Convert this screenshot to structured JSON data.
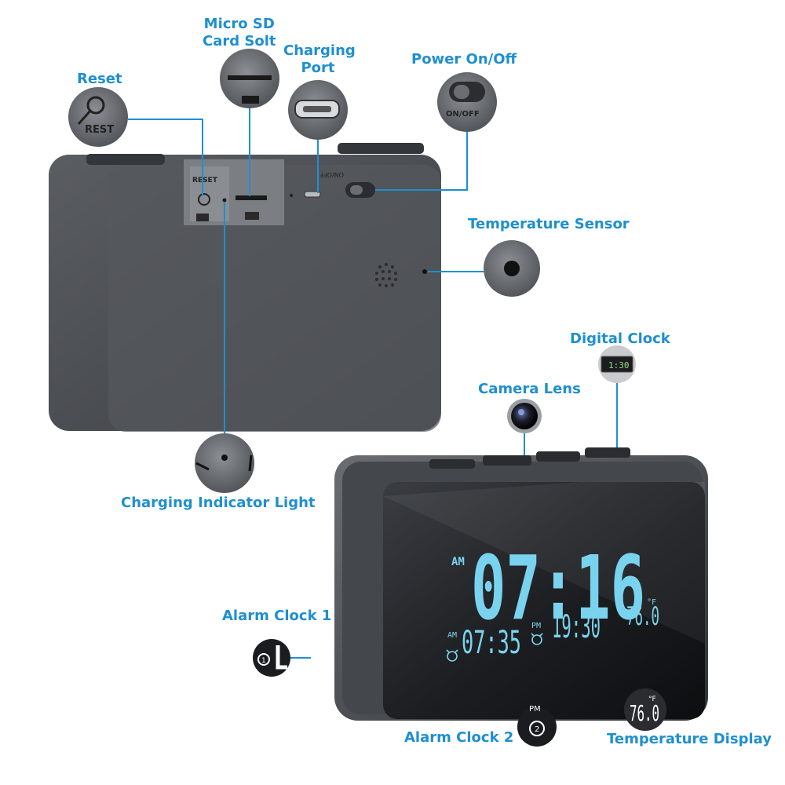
{
  "labels": {
    "micro_sd": [
      "Micro SD",
      "Card Solt"
    ],
    "charging_port": [
      "Charging",
      "Port"
    ],
    "power": "Power On/Off",
    "reset": "Reset",
    "temp_sensor": "Temperature Sensor",
    "digital_clock": "Digital Clock",
    "camera_lens": "Camera Lens",
    "charging_indicator": "Charging Indicator Light",
    "alarm1": "Alarm Clock 1",
    "alarm2": "Alarm Clock 2",
    "temp_display": "Temperature Display"
  },
  "device_back": {
    "reset_text": "REST",
    "reset_text_mirrored": "RESET",
    "onoff_text": "ON/OFF"
  },
  "display": {
    "am": "AM",
    "pm": "PM",
    "time": "07:16",
    "alarm1_time": "07:35",
    "alarm2_time": "19:30",
    "temperature": "76.0",
    "unit": "°F",
    "mini_clock": "1:30",
    "alarm1_num": "1",
    "alarm2_num": "2"
  },
  "colors": {
    "accent": "#1f8fd0",
    "lcd": "#7ad3ee",
    "body": "#4a4d52"
  }
}
